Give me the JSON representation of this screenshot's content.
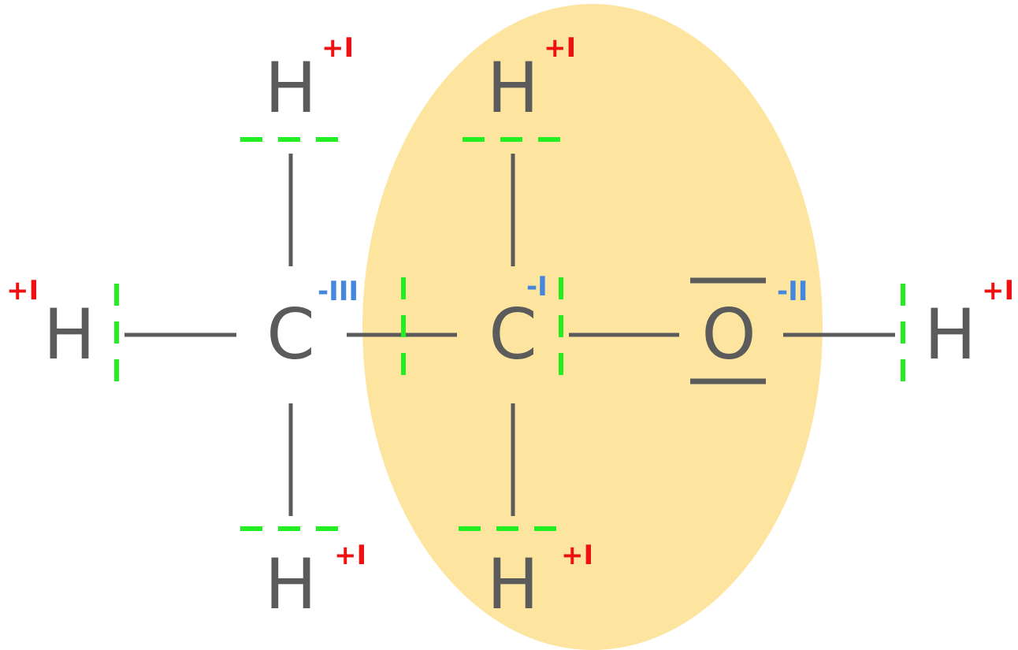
{
  "colors": {
    "highlight": "#fde5a0",
    "bond": "#5b5b5b",
    "positive_oxidation_state": "#ee1111",
    "negative_oxidation_state": "#4488dd",
    "bond_split_marker": "#22ee22"
  },
  "atoms": {
    "h_methyl_top": "H",
    "h_methyl_left": "H",
    "h_methyl_bottom": "H",
    "c_methyl": "C",
    "h_ch2_top": "H",
    "h_ch2_bottom": "H",
    "c_ch2": "C",
    "o_hydroxyl": "O",
    "h_hydroxyl": "H"
  },
  "oxidation_states": {
    "h_methyl_top": "+I",
    "h_methyl_left": "+I",
    "h_methyl_bottom": "+I",
    "c_methyl": "-III",
    "h_ch2_top": "+I",
    "h_ch2_bottom": "+I",
    "c_ch2": "-I",
    "o_hydroxyl": "-II",
    "h_hydroxyl": "+I"
  }
}
